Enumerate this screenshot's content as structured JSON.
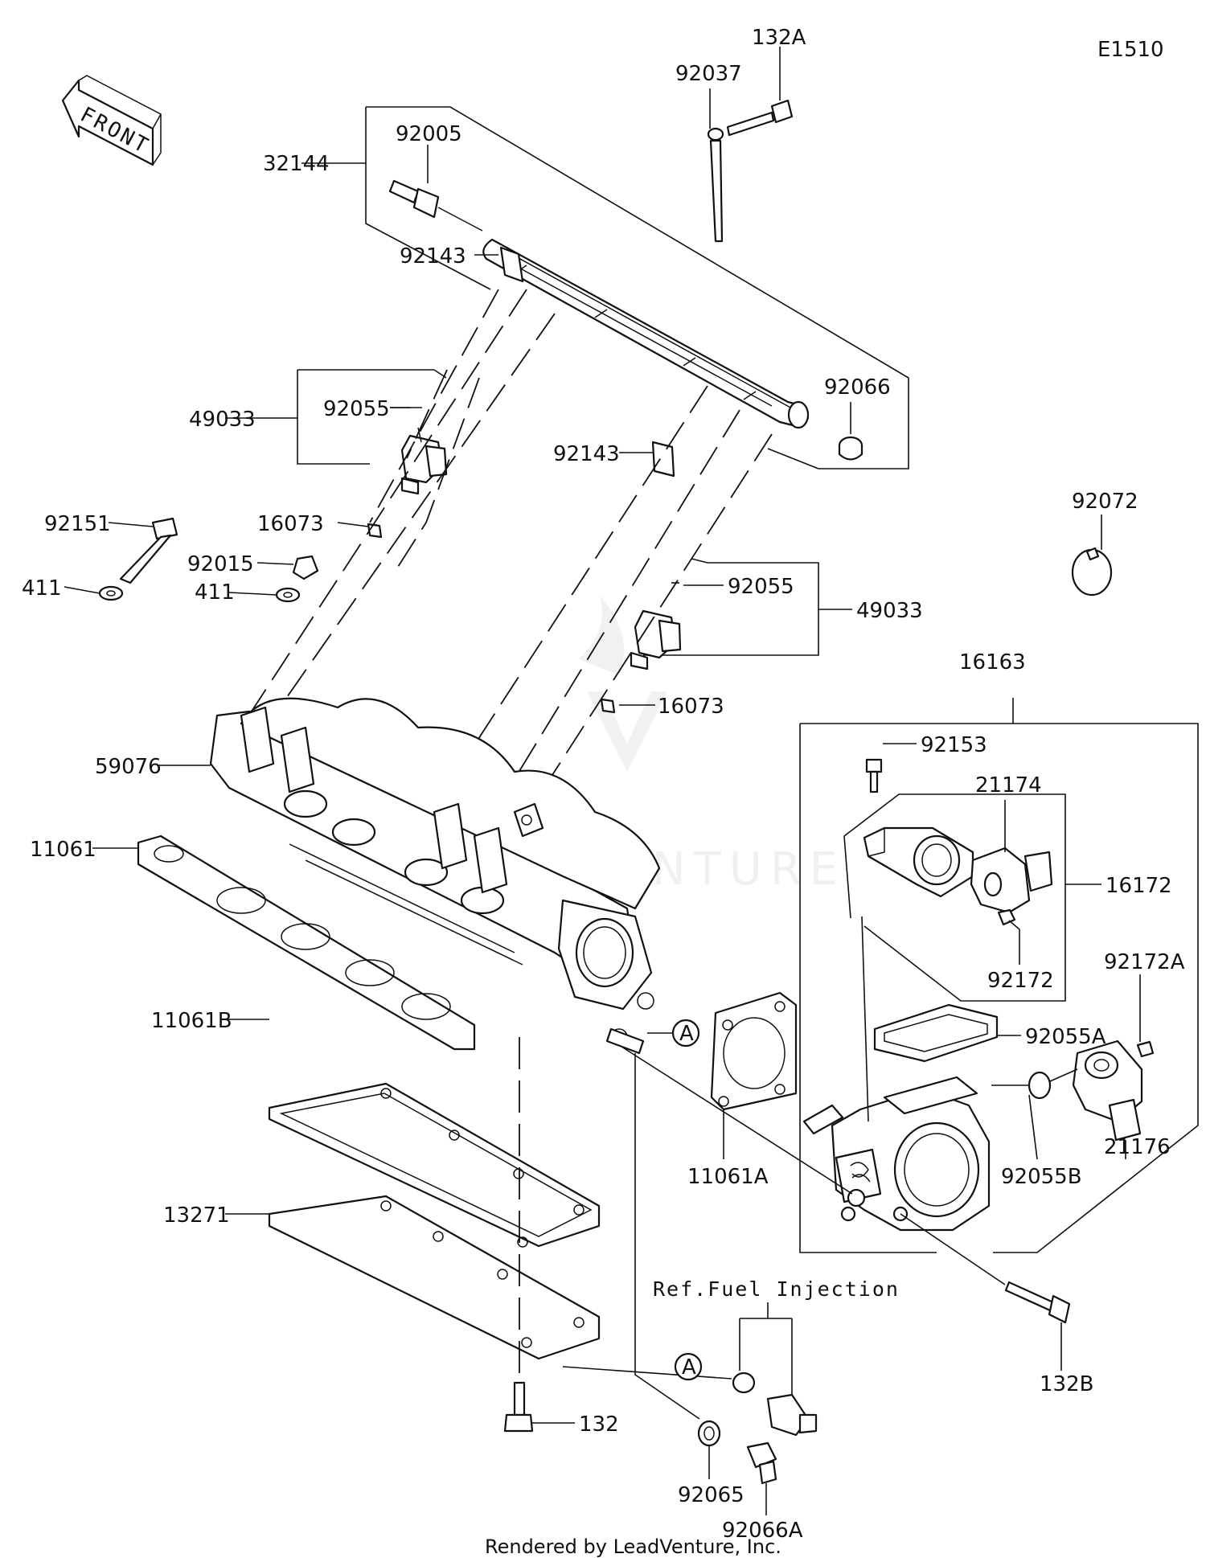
{
  "diagram_code": "E1510",
  "front_label": "FRONT",
  "watermark_text": "LEADVENTURE",
  "footer": "Rendered by LeadVenture, Inc.",
  "ref_note": "Ref.Fuel Injection",
  "callout_a": "A",
  "parts": {
    "p132A": "132A",
    "p92037": "92037",
    "p92005": "92005",
    "p32144": "32144",
    "p92143_top": "92143",
    "p92066": "92066",
    "p49033_left": "49033",
    "p92055_left": "92055",
    "p92143_mid": "92143",
    "p92072": "92072",
    "p92151": "92151",
    "p16073_left": "16073",
    "p92015": "92015",
    "p411_left": "411",
    "p411_right": "411",
    "p92055_right": "92055",
    "p49033_right": "49033",
    "p16163": "16163",
    "p16073_right": "16073",
    "p92153": "92153",
    "p59076": "59076",
    "p21174": "21174",
    "p11061": "11061",
    "p16172": "16172",
    "p92172": "92172",
    "p92172A": "92172A",
    "p92055A": "92055A",
    "p11061B": "11061B",
    "p11061A": "11061A",
    "p92055B": "92055B",
    "p21176": "21176",
    "p13271": "13271",
    "p132B": "132B",
    "p132": "132",
    "p92065": "92065",
    "p92066A": "92066A"
  }
}
